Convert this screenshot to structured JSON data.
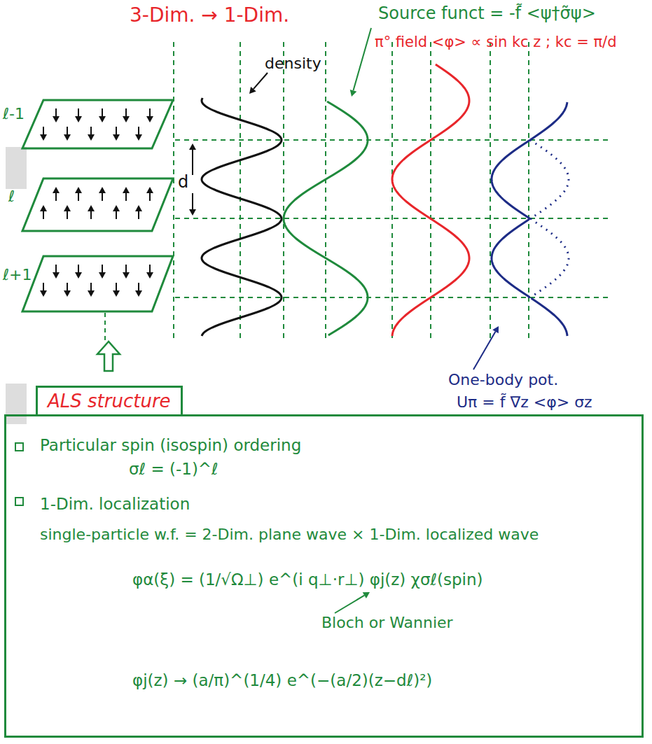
{
  "diagram": {
    "title": "3-Dim. → 1-Dim.",
    "nodes": [
      {
        "text": [
          "Particular spin (isospin) ordering",
          "σℓ = (-1)^ℓ",
          "1-Dim. localization",
          "single-particle w.f. = 2-Dim. plane wave × 1-Dim. localized wave",
          "φα(ξ) = (1/√Ω⊥) e^(i q⊥·r⊥) φj(z) χσℓ(spin)",
          "Bloch or Wannier",
          "φj(z) → (a/π)^(1/4) e^(−(a/2)(z−dℓ)²)"
        ]
      },
      {
        "text": [
          "ALS structure"
        ],
        "in": 0
      }
    ],
    "labels": [
      "Source funct = -f̃ <ψ†σ̃ψ>",
      "density",
      "π° field <φ> ∝ sin kc z ; kc = π/d",
      "ℓ-1",
      "ℓ",
      "ℓ+1",
      "d",
      "One-body pot.",
      "Uπ = f̃ ∇z <φ> σz"
    ]
  }
}
